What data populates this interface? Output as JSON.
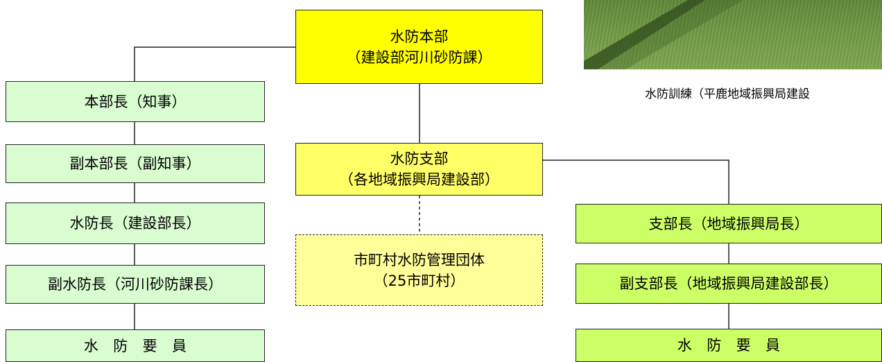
{
  "photo": {
    "caption": "水防訓練（平鹿地域振興局建設"
  },
  "headquarters": {
    "main": {
      "line1": "水防本部",
      "line2": "（建設部河川砂防課）"
    },
    "branch": {
      "line1": "水防支部",
      "line2": "（各地域振興局建設部）"
    },
    "municipal": {
      "line1": "市町村水防管理団体",
      "line2": "（25市町村）"
    }
  },
  "left_chain": [
    "本部長（知事）",
    "副本部長（副知事）",
    "水防長（建設部長）",
    "副水防長（河川砂防課長）",
    "水 防 要 員"
  ],
  "right_chain": [
    "支部長（地域振興局長）",
    "副支部長（地域振興局建設部長）",
    "水 防 要 員"
  ]
}
